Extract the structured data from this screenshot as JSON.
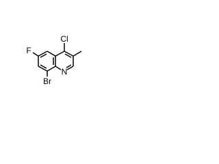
{
  "colors": {
    "background": "#ffffff",
    "bond": "#000000",
    "label": "#000000"
  },
  "atoms": {
    "chlorine": "Cl",
    "fluorine": "F",
    "nitrogen": "N",
    "bromine": "Br"
  }
}
